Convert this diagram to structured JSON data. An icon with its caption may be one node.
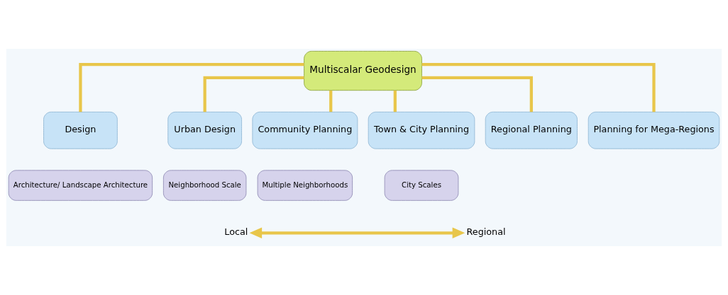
{
  "diagram": {
    "nodes": [
      {
        "text": [
          "Multiscalar Geodesign"
        ]
      },
      {
        "text": [
          "Design"
        ]
      },
      {
        "text": [
          "Architecture/ Landscape Architecture"
        ]
      },
      {
        "text": [
          "Urban Design"
        ]
      },
      {
        "text": [
          "Neighborhood Scale"
        ]
      },
      {
        "text": [
          "Community Planning"
        ]
      },
      {
        "text": [
          "Multiple Neighborhoods"
        ]
      },
      {
        "text": [
          "Town & City Planning"
        ]
      },
      {
        "text": [
          "City Scales"
        ]
      },
      {
        "text": [
          "Regional Planning"
        ]
      },
      {
        "text": [
          "Planning for Mega-Regions"
        ]
      },
      {
        "text": [
          "Local"
        ]
      },
      {
        "text": [
          "Regional"
        ]
      }
    ],
    "edges": [
      {
        "from": 0,
        "to": 1,
        "arrow": "none"
      },
      {
        "from": 0,
        "to": 3,
        "arrow": "none"
      },
      {
        "from": 0,
        "to": 5,
        "arrow": "none"
      },
      {
        "from": 0,
        "to": 7,
        "arrow": "none"
      },
      {
        "from": 0,
        "to": 9,
        "arrow": "none"
      },
      {
        "from": 0,
        "to": 10,
        "arrow": "none"
      },
      {
        "from": 11,
        "to": 12,
        "arrow": "both"
      }
    ]
  }
}
